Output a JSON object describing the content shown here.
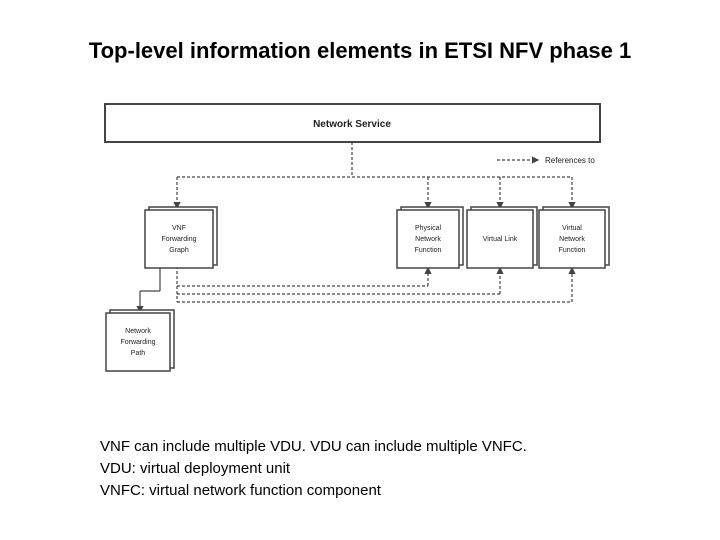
{
  "title": "Top-level information elements in ETSI NFV phase 1",
  "diagram": {
    "network_service": "Network Service",
    "legend": "References to",
    "vnffg": [
      "VNF",
      "Forwarding",
      "Graph"
    ],
    "pnf": [
      "Physical",
      "Network",
      "Function"
    ],
    "vl": [
      "Virtual Link"
    ],
    "vnf": [
      "Virtual",
      "Network",
      "Function"
    ],
    "nfp": [
      "Network",
      "Forwarding",
      "Path"
    ]
  },
  "notes": [
    "VNF can include multiple VDU. VDU can include multiple VNFC.",
    "VDU: virtual deployment unit",
    "VNFC: virtual network function component"
  ]
}
